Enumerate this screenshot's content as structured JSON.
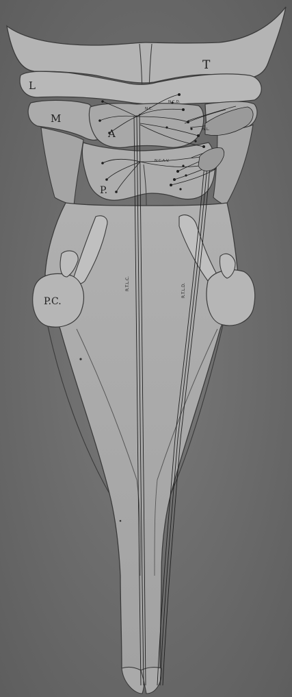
{
  "figure": {
    "labels": {
      "T": "T",
      "L": "L",
      "M": "M",
      "A": "A",
      "P": "P.",
      "PC": "P.C."
    },
    "small_labels": {
      "tract_left": "R.T.L.C.",
      "tract_right": "R.T.L.D.",
      "nucleus_top": "N.C.D.",
      "nucleus_mid": "N.C.",
      "nucleus_lower": "N.C.A.V.",
      "nucleus_side": "N.L."
    }
  },
  "colors": {
    "background": "#6f6f6f",
    "tissue": "#a9a9a9",
    "tissue_light": "#b9b9b9",
    "outline": "#3a3a3a",
    "fibers": "#1e1e1e"
  }
}
